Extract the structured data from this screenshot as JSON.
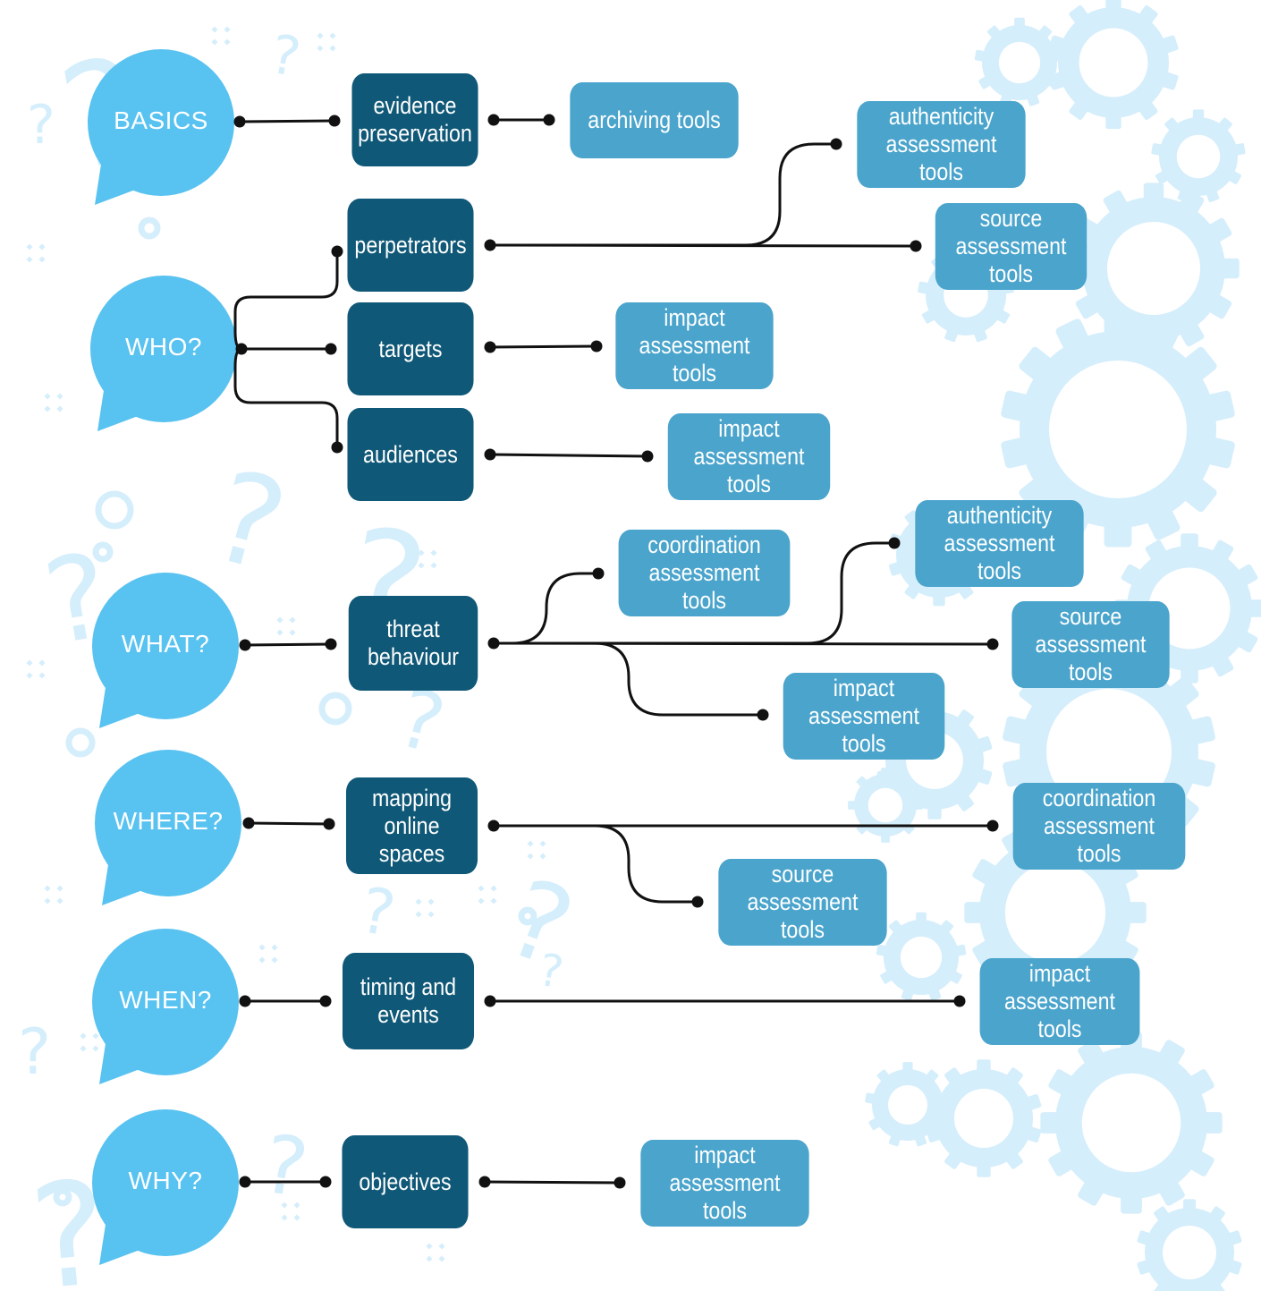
{
  "colors": {
    "bubble": "#58c2f0",
    "topic": "#0f5877",
    "tool": "#4aa4cc",
    "connector": "#111111",
    "background_decor": "#d5eefb"
  },
  "questions": [
    {
      "id": "basics",
      "label": "BASICS"
    },
    {
      "id": "who",
      "label": "WHO?"
    },
    {
      "id": "what",
      "label": "WHAT?"
    },
    {
      "id": "where",
      "label": "WHERE?"
    },
    {
      "id": "when",
      "label": "WHEN?"
    },
    {
      "id": "why",
      "label": "WHY?"
    }
  ],
  "topics": [
    {
      "id": "evidence_preservation",
      "question": "basics",
      "lines": [
        "evidence",
        "preservation"
      ]
    },
    {
      "id": "perpetrators",
      "question": "who",
      "lines": [
        "perpetrators"
      ]
    },
    {
      "id": "targets",
      "question": "who",
      "lines": [
        "targets"
      ]
    },
    {
      "id": "audiences",
      "question": "who",
      "lines": [
        "audiences"
      ]
    },
    {
      "id": "threat_behaviour",
      "question": "what",
      "lines": [
        "threat",
        "behaviour"
      ]
    },
    {
      "id": "mapping_online_spaces",
      "question": "where",
      "lines": [
        "mapping",
        "online spaces"
      ]
    },
    {
      "id": "timing_and_events",
      "question": "when",
      "lines": [
        "timing and",
        "events"
      ]
    },
    {
      "id": "objectives",
      "question": "why",
      "lines": [
        "objectives"
      ]
    }
  ],
  "tools": [
    {
      "id": "archiving",
      "topic": "evidence_preservation",
      "lines": [
        "archiving tools"
      ]
    },
    {
      "id": "perp_authenticity",
      "topic": "perpetrators",
      "lines": [
        "authenticity",
        "assessment tools"
      ]
    },
    {
      "id": "perp_source",
      "topic": "perpetrators",
      "lines": [
        "source",
        "assessment tools"
      ]
    },
    {
      "id": "targets_impact",
      "topic": "targets",
      "lines": [
        "impact",
        "assessment tools"
      ]
    },
    {
      "id": "audiences_impact",
      "topic": "audiences",
      "lines": [
        "impact",
        "assessment tools"
      ]
    },
    {
      "id": "threat_coordination",
      "topic": "threat_behaviour",
      "lines": [
        "coordination",
        "assessment tools"
      ]
    },
    {
      "id": "threat_authenticity",
      "topic": "threat_behaviour",
      "lines": [
        "authenticity",
        "assessment tools"
      ]
    },
    {
      "id": "threat_source",
      "topic": "threat_behaviour",
      "lines": [
        "source",
        "assessment tools"
      ]
    },
    {
      "id": "threat_impact",
      "topic": "threat_behaviour",
      "lines": [
        "impact",
        "assessment tools"
      ]
    },
    {
      "id": "mapping_coordination",
      "topic": "mapping_online_spaces",
      "lines": [
        "coordination",
        "assessment tools"
      ]
    },
    {
      "id": "mapping_source",
      "topic": "mapping_online_spaces",
      "lines": [
        "source assessment",
        "tools"
      ]
    },
    {
      "id": "timing_impact",
      "topic": "timing_and_events",
      "lines": [
        "impact",
        "assessment tools"
      ]
    },
    {
      "id": "objectives_impact",
      "topic": "objectives",
      "lines": [
        "impact assessment",
        "tools"
      ]
    }
  ]
}
